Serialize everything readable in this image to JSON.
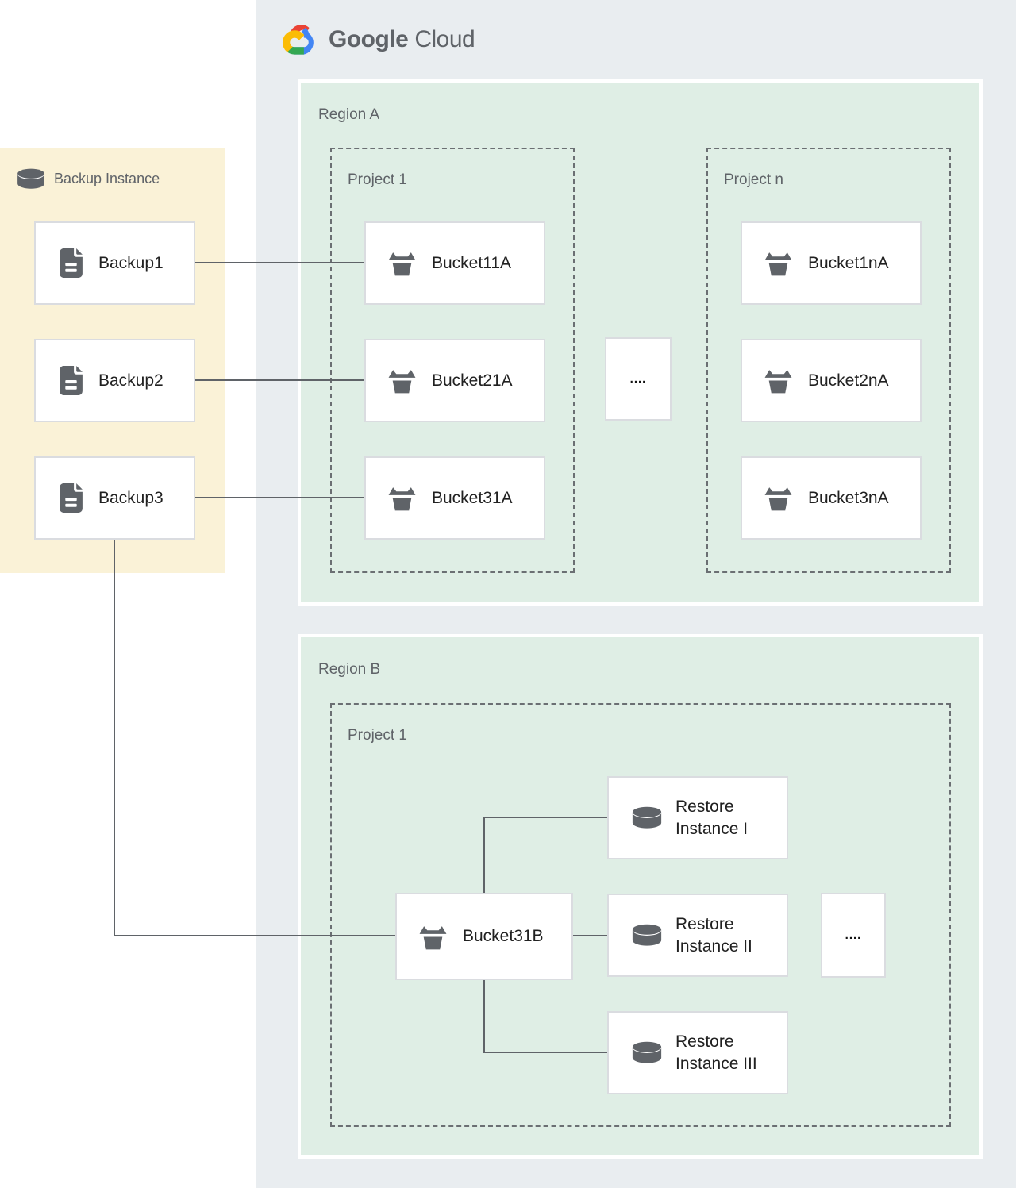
{
  "logo": {
    "part1": "Google",
    "part2": "Cloud"
  },
  "backup_panel": {
    "title": "Backup Instance",
    "items": [
      "Backup1",
      "Backup2",
      "Backup3"
    ]
  },
  "region_a": {
    "label": "Region A",
    "project_1": {
      "label": "Project 1",
      "buckets": [
        "Bucket11A",
        "Bucket21A",
        "Bucket31A"
      ]
    },
    "dots": "....",
    "project_n": {
      "label": "Project n",
      "buckets": [
        "Bucket1nA",
        "Bucket2nA",
        "Bucket3nA"
      ]
    }
  },
  "region_b": {
    "label": "Region B",
    "project_1": {
      "label": "Project 1"
    },
    "bucket": "Bucket31B",
    "restore_instances": [
      "Restore Instance I",
      "Restore Instance II",
      "Restore Instance III"
    ],
    "dots": "...."
  },
  "colors": {
    "panel-bg": "#e9edf0",
    "region-bg": "#dfeee5",
    "backup-panel-bg": "#faf2d7",
    "node-bg": "#ffffff",
    "node-border": "#dadce0",
    "dashed-border": "#6b6f73",
    "line": "#5f6368",
    "icon": "#5f6368",
    "heading-text": "#5f6368",
    "node-text": "#212121",
    "logo-red": "#ea4335",
    "logo-blue": "#4285f4",
    "logo-green": "#34a853",
    "logo-yellow": "#fbbc05",
    "logo-text": "#5f6368"
  }
}
